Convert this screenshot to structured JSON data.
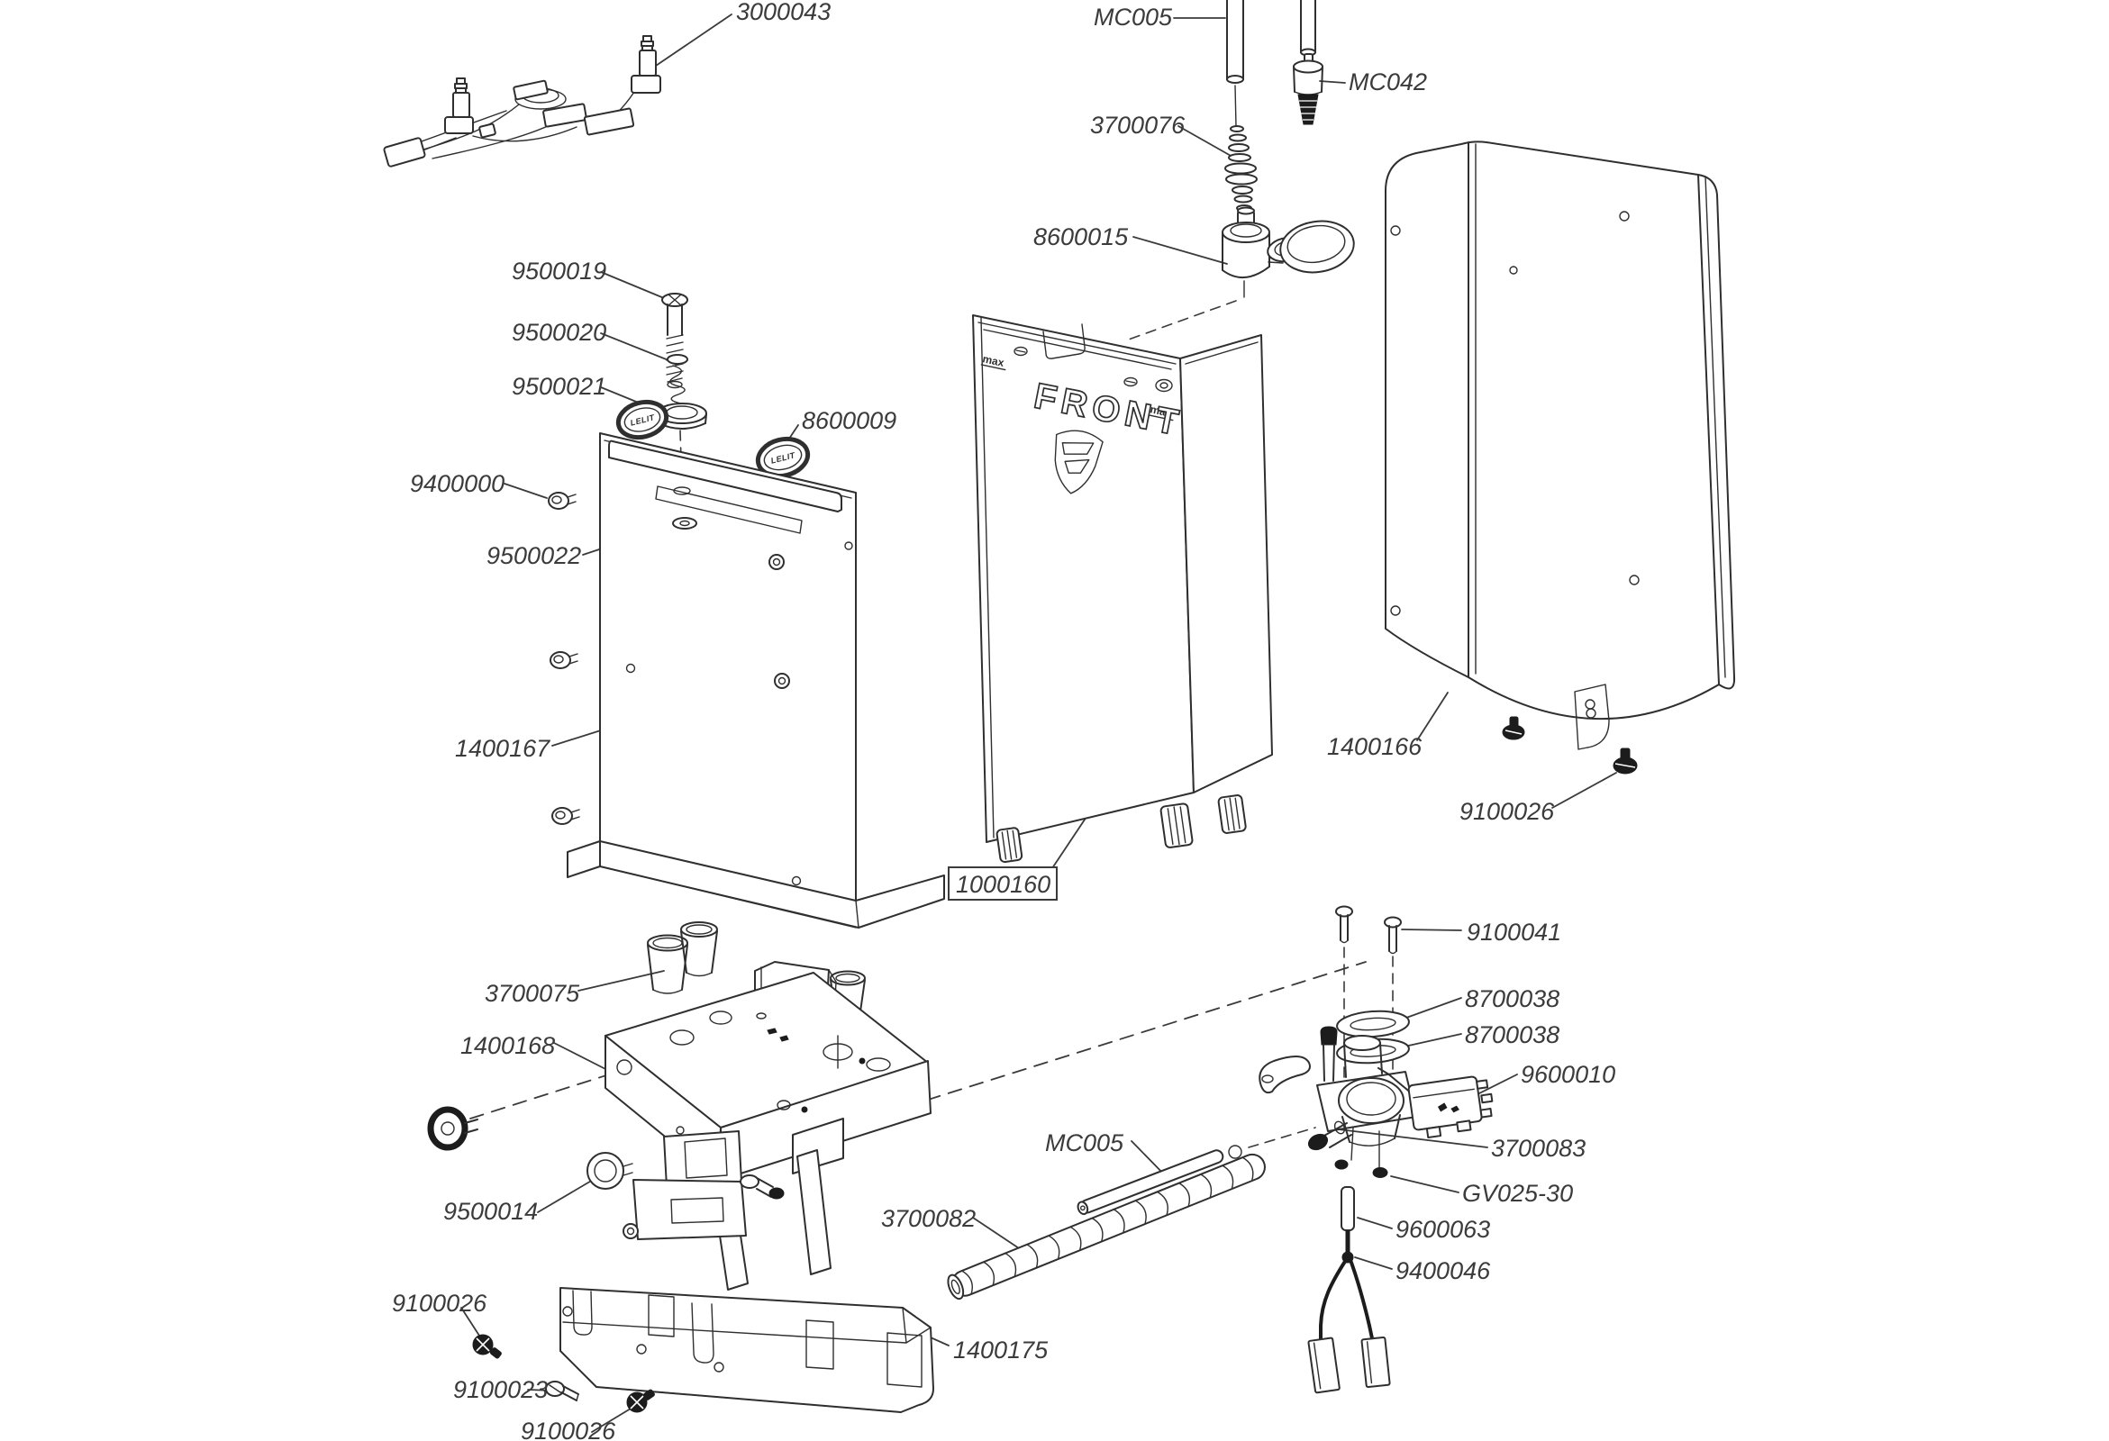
{
  "diagram": {
    "type": "exploded-parts-diagram",
    "brand_badge_text": "LELIT",
    "tank_front_label": "FRONT",
    "tank_max_label": "max"
  },
  "colors": {
    "background": "#ffffff",
    "line": "#2f2f2f",
    "label": "#3b3b3b",
    "dark_fill": "#1c1c1c"
  },
  "labels": [
    {
      "text": "3000043"
    },
    {
      "text": "MC005"
    },
    {
      "text": "MC042"
    },
    {
      "text": "3700076"
    },
    {
      "text": "8600015"
    },
    {
      "text": "9500019"
    },
    {
      "text": "9500020"
    },
    {
      "text": "9500021"
    },
    {
      "text": "8600009"
    },
    {
      "text": "9400000"
    },
    {
      "text": "9500022"
    },
    {
      "text": "1400167"
    },
    {
      "text": "1000160"
    },
    {
      "text": "1400166"
    },
    {
      "text": "9100026"
    },
    {
      "text": "9100041"
    },
    {
      "text": "8700038"
    },
    {
      "text": "8700038"
    },
    {
      "text": "9600010"
    },
    {
      "text": "3700083"
    },
    {
      "text": "GV025-30"
    },
    {
      "text": "9600063"
    },
    {
      "text": "9400046"
    },
    {
      "text": "MC005"
    },
    {
      "text": "3700082"
    },
    {
      "text": "3700075"
    },
    {
      "text": "1400168"
    },
    {
      "text": "9500014"
    },
    {
      "text": "9100026"
    },
    {
      "text": "9100023"
    },
    {
      "text": "9100026"
    },
    {
      "text": "1400175"
    }
  ]
}
